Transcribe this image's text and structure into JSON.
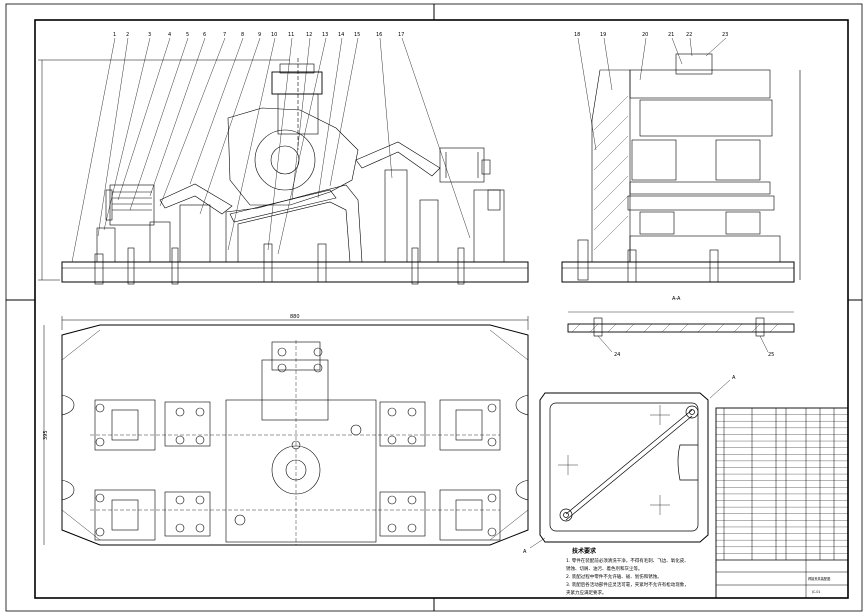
{
  "drawing": {
    "callouts_front": [
      "1",
      "2",
      "3",
      "4",
      "5",
      "6",
      "7",
      "8",
      "9",
      "10",
      "11",
      "12",
      "13",
      "14",
      "15",
      "16",
      "17"
    ],
    "callouts_side": [
      "18",
      "19",
      "20",
      "21",
      "22",
      "23"
    ],
    "callouts_section": [
      "24",
      "25"
    ],
    "dim_overall_width": "880",
    "dim_overall_height": "395",
    "section_label": "A-A",
    "view_label": "A"
  },
  "tech_notes": {
    "title": "技术要求",
    "items": [
      "1. 零件在装配前必须清洗干净，不得有毛刺、飞边、氧化皮、",
      "   锈蚀、切屑、油污、着色剂和灰尘等。",
      "2. 装配过程中零件不允许磕、碰、划伤和锈蚀。",
      "3. 装配后各活动部件应灵活可靠，夹紧时不允许有松动现象，",
      "   夹紧力应满足要求。"
    ]
  },
  "title_block": {
    "name": "焊接夹具装配图",
    "drawing_no": "JC-01",
    "part_rows": 23
  }
}
